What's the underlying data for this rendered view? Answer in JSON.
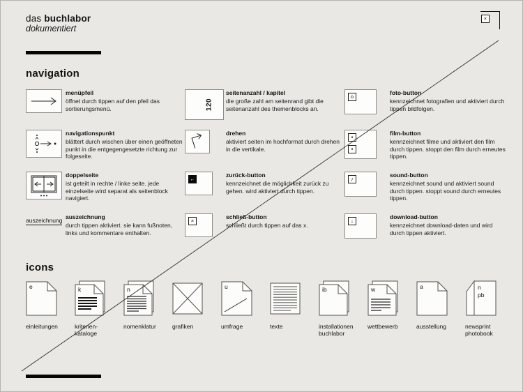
{
  "header": {
    "title_regular": "das ",
    "title_bold": "buchlabor",
    "subtitle": "dokumentiert"
  },
  "glyphs": {
    "close_x": "×",
    "back_arrow": "←",
    "foto": "o",
    "film": "▪",
    "sound": "♪",
    "download": "↓"
  },
  "navigation": {
    "heading": "navigation",
    "entries": [
      {
        "title": "menüpfeil",
        "desc": "öffnet durch tippen auf den pfeil das sortierungsmenü."
      },
      {
        "title": "navigationspunkt",
        "desc": "blättert durch wischen über einen geöffneten punkt in die entgegengesetzte richtung zur folgeseite."
      },
      {
        "title": "doppelseite",
        "desc": "ist geteilt in rechte / linke seite. jede einzelseite wird separat als seitenblock navigiert."
      },
      {
        "title": "auszeichnung",
        "desc": "durch tippen aktiviert. sie kann fußnoten, links und kommentare enthalten.",
        "icon_text": "auszeichnung"
      },
      {
        "title": "seitenanzahl / kapitel",
        "desc": "die große zahl am seitenrand gibt die seitenanzahl des themenblocks an.",
        "icon_text": "120"
      },
      {
        "title": "drehen",
        "desc": "aktiviert seiten im hochformat durch drehen in die vertikale."
      },
      {
        "title": "zurück-button",
        "desc": "kennzeichnet die möglichkeit zurück zu gehen. wird aktiviert durch tippen."
      },
      {
        "title": "schließ-button",
        "desc": "schließt durch tippen auf das x."
      },
      {
        "title": "foto-button",
        "desc": "kennzeichnet fotografien und aktiviert durch tippen bildfolgen."
      },
      {
        "title": "film-button",
        "desc": "kennzeichnet filme und aktiviert den film durch tippen. stoppt den film durch erneutes tippen."
      },
      {
        "title": "sound-button",
        "desc": "kennzeichnet sound und aktiviert sound durch tippen. stoppt sound durch erneutes tippen."
      },
      {
        "title": "download-button",
        "desc": "kennzeichnet download-daten und wird durch tippen aktiviert."
      }
    ]
  },
  "icons": {
    "heading": "icons",
    "items": [
      {
        "letter": "e",
        "label": "einleitungen"
      },
      {
        "letter": "k",
        "label": "kriterien-\nkataloge"
      },
      {
        "letter": "n",
        "label": "nomenklatur"
      },
      {
        "letter": "",
        "label": "grafiken"
      },
      {
        "letter": "u",
        "label": "umfrage"
      },
      {
        "letter": "",
        "label": "texte"
      },
      {
        "letter": "ib",
        "label": "installationen\nbuchlabor"
      },
      {
        "letter": "w",
        "label": "wettbewerb"
      },
      {
        "letter": "a",
        "label": "ausstellung"
      },
      {
        "letter": "n",
        "letter2": "pb",
        "label": "newsprint\nphotobook"
      }
    ]
  }
}
